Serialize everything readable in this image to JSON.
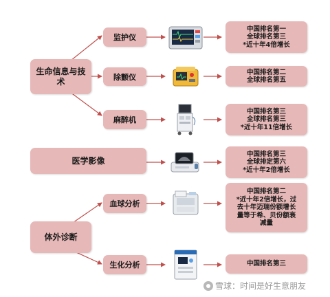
{
  "categories": {
    "life_info": "生命信息与技术",
    "imaging": "医学影像",
    "ivd": "体外诊断"
  },
  "devices": {
    "monitor": "监护仪",
    "defibrillator": "除颤仪",
    "anesthesia": "麻醉机",
    "blood_analysis": "血球分析",
    "biochem_analysis": "生化分析"
  },
  "results": {
    "monitor": [
      "中国排名第一",
      "全球排名第三",
      "*近十年4倍增长"
    ],
    "defibrillator": [
      "中国排名第二",
      "全球排名第五"
    ],
    "anesthesia": [
      "中国排名第三",
      "全球排名第三",
      "*近十年11倍增长"
    ],
    "imaging": [
      "中国排名第三",
      "全球排定第六",
      "*近十年2倍增长"
    ],
    "blood_analysis": [
      "中国排名第二",
      "*近十年2倍增长，过",
      "去十年迈瑞份额增长",
      "量等于希、贝份额衰",
      "减量"
    ],
    "biochem_analysis": [
      "中国排名第三"
    ]
  },
  "watermark": "雪球：时间是好生意朋友",
  "colors": {
    "box_fill": "#e6b8b7",
    "connector": "#c0504d"
  }
}
